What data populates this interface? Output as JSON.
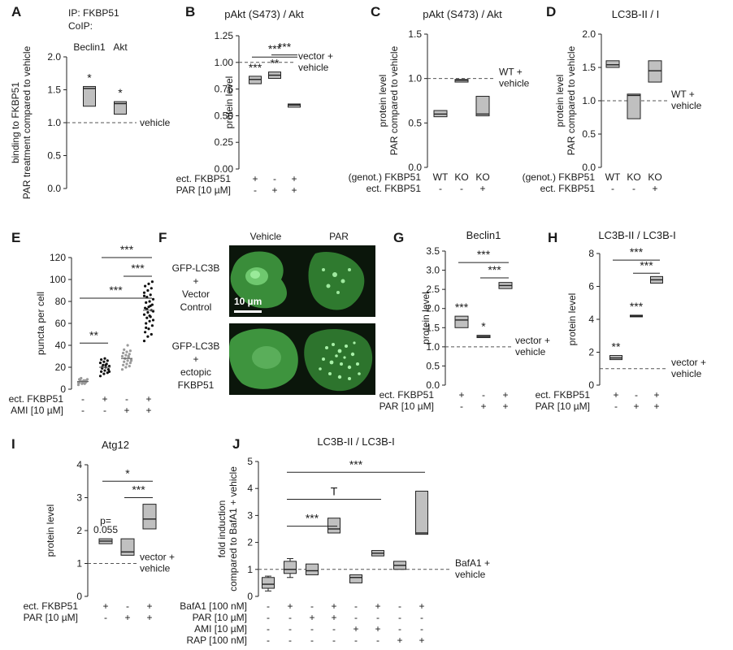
{
  "chart_data": [
    {
      "panel": "A",
      "type": "box",
      "header_lines": [
        "IP: FKBP51",
        "CoIP:"
      ],
      "categories": [
        "Beclin1",
        "Akt"
      ],
      "ylabel": [
        "binding to FKBP51",
        "PAR treatment compared to vehicle"
      ],
      "ylim": [
        0,
        2.0
      ],
      "yticks": [
        "0.0",
        "0.5",
        "1.0",
        "1.5",
        "2.0"
      ],
      "boxes": [
        {
          "x": 0,
          "q1": 1.25,
          "median": 1.52,
          "q3": 1.55,
          "sig": "*"
        },
        {
          "x": 1,
          "q1": 1.13,
          "median": 1.29,
          "q3": 1.32,
          "sig": "*"
        }
      ],
      "reference": {
        "value": 1.0,
        "label": [
          "vehicle"
        ]
      }
    },
    {
      "panel": "B",
      "type": "box",
      "title": "pAkt (S473) / Akt",
      "ylabel": [
        "protein level"
      ],
      "ylim": [
        0,
        1.25
      ],
      "yticks": [
        "0.00",
        "0.25",
        "0.50",
        "0.75",
        "1.00",
        "1.25"
      ],
      "boxes": [
        {
          "x": 0,
          "q1": 0.8,
          "median": 0.84,
          "q3": 0.87,
          "sig": "***"
        },
        {
          "x": 1,
          "q1": 0.85,
          "median": 0.88,
          "q3": 0.91,
          "sig": "**"
        },
        {
          "x": 2,
          "q1": 0.58,
          "median": 0.6,
          "q3": 0.61
        }
      ],
      "brackets": [
        {
          "from": 0,
          "to": 2,
          "y": 1.05,
          "label": "***"
        },
        {
          "from": 1,
          "to": 2,
          "y": 1.07,
          "label": "***"
        }
      ],
      "reference": {
        "value": 1.0,
        "label": [
          "vector +",
          "vehicle"
        ]
      },
      "conditions": [
        {
          "label": "ect. FKBP51",
          "values": [
            "+",
            "-",
            "+"
          ]
        },
        {
          "label": "PAR [10 µM]",
          "values": [
            "-",
            "+",
            "+"
          ]
        }
      ]
    },
    {
      "panel": "C",
      "type": "box",
      "title": "pAkt (S473) / Akt",
      "ylabel": [
        "protein level",
        "PAR compared to vehicle"
      ],
      "ylim": [
        0,
        1.5
      ],
      "yticks": [
        "0.0",
        "0.5",
        "1.0",
        "1.5"
      ],
      "boxes": [
        {
          "x": 0,
          "q1": 0.57,
          "median": 0.6,
          "q3": 0.64
        },
        {
          "x": 1,
          "q1": 0.96,
          "median": 0.98,
          "q3": 0.99
        },
        {
          "x": 2,
          "q1": 0.58,
          "median": 0.6,
          "q3": 0.8
        }
      ],
      "reference": {
        "value": 1.0,
        "label": [
          "WT +",
          "vehicle"
        ]
      },
      "conditions": [
        {
          "label": "(genot.) FKBP51",
          "values": [
            "WT",
            "KO",
            "KO"
          ]
        },
        {
          "label": "ect. FKBP51",
          "values": [
            "-",
            "-",
            "+"
          ]
        }
      ]
    },
    {
      "panel": "D",
      "type": "box",
      "title": "LC3B-II / I",
      "ylabel": [
        "protein level",
        "PAR compared to vehicle"
      ],
      "ylim": [
        0,
        2.0
      ],
      "yticks": [
        "0.0",
        "0.5",
        "1.0",
        "1.5",
        "2.0"
      ],
      "boxes": [
        {
          "x": 0,
          "q1": 1.5,
          "median": 1.54,
          "q3": 1.6
        },
        {
          "x": 1,
          "q1": 0.73,
          "median": 1.08,
          "q3": 1.1
        },
        {
          "x": 2,
          "q1": 1.28,
          "median": 1.45,
          "q3": 1.6
        }
      ],
      "reference": {
        "value": 1.0,
        "label": [
          "WT +",
          "vehicle"
        ]
      },
      "conditions": [
        {
          "label": "(genot.) FKBP51",
          "values": [
            "WT",
            "KO",
            "KO"
          ]
        },
        {
          "label": "ect. FKBP51",
          "values": [
            "-",
            "-",
            "+"
          ]
        }
      ]
    },
    {
      "panel": "E",
      "type": "scatter",
      "ylabel": [
        "puncta per cell"
      ],
      "ylim": [
        0,
        120
      ],
      "yticks": [
        "0",
        "20",
        "40",
        "60",
        "80",
        "100",
        "120"
      ],
      "groups": [
        {
          "x": 0,
          "mean": 7,
          "color": "#9a9a9a",
          "values": [
            4,
            5,
            6,
            6,
            7,
            7,
            8,
            8,
            9,
            10,
            5,
            6,
            7,
            8,
            9,
            6
          ]
        },
        {
          "x": 1,
          "mean": 20,
          "color": "#111111",
          "values": [
            12,
            14,
            15,
            16,
            17,
            18,
            19,
            20,
            21,
            22,
            23,
            24,
            25,
            26,
            27,
            28,
            18,
            20,
            22,
            16
          ]
        },
        {
          "x": 2,
          "mean": 28,
          "color": "#9a9a9a",
          "values": [
            18,
            20,
            21,
            22,
            23,
            24,
            25,
            26,
            27,
            28,
            29,
            30,
            31,
            32,
            33,
            34,
            35,
            36,
            40,
            26,
            28,
            30
          ]
        },
        {
          "x": 3,
          "mean": 72,
          "color": "#111111",
          "values": [
            44,
            48,
            50,
            52,
            55,
            58,
            60,
            62,
            63,
            65,
            66,
            68,
            70,
            72,
            74,
            75,
            77,
            79,
            80,
            82,
            84,
            86,
            88,
            90,
            92,
            94,
            96,
            98,
            56,
            67,
            71,
            73,
            76,
            85
          ]
        }
      ],
      "brackets": [
        {
          "from": 0,
          "to": 1,
          "y": 42,
          "label": "**"
        },
        {
          "from": 0,
          "to": 3,
          "y": 83,
          "label": "***"
        },
        {
          "from": 1,
          "to": 3,
          "y": 120,
          "label": "***"
        },
        {
          "from": 2,
          "to": 3,
          "y": 103,
          "label": "***"
        }
      ],
      "conditions": [
        {
          "label": "ect. FKBP51",
          "values": [
            "-",
            "+",
            "-",
            "+"
          ]
        },
        {
          "label": "AMI [10 µM]",
          "values": [
            "-",
            "-",
            "+",
            "+"
          ]
        }
      ]
    },
    {
      "panel": "G",
      "type": "box",
      "title": "Beclin1",
      "ylabel": [
        "protein level"
      ],
      "ylim": [
        0,
        3.5
      ],
      "yticks": [
        "0.0",
        "0.5",
        "1.0",
        "1.5",
        "2.0",
        "2.5",
        "3.0",
        "3.5"
      ],
      "boxes": [
        {
          "x": 0,
          "q1": 1.5,
          "median": 1.7,
          "q3": 1.8,
          "sig": "***"
        },
        {
          "x": 1,
          "q1": 1.24,
          "median": 1.27,
          "q3": 1.3,
          "sig": "*"
        },
        {
          "x": 2,
          "q1": 2.52,
          "median": 2.6,
          "q3": 2.68
        }
      ],
      "brackets": [
        {
          "from": 0,
          "to": 2,
          "y": 3.2,
          "label": "***"
        },
        {
          "from": 1,
          "to": 2,
          "y": 2.8,
          "label": "***"
        }
      ],
      "reference": {
        "value": 1.0,
        "label": [
          "vector +",
          "vehicle"
        ]
      },
      "conditions": [
        {
          "label": "ect. FKBP51",
          "values": [
            "+",
            "-",
            "+"
          ]
        },
        {
          "label": "PAR [10 µM]",
          "values": [
            "-",
            "+",
            "+"
          ]
        }
      ]
    },
    {
      "panel": "H",
      "type": "box",
      "title": "LC3B-II / LC3B-I",
      "ylabel": [
        "protein level"
      ],
      "ylim": [
        0,
        8
      ],
      "yticks": [
        "0",
        "2",
        "4",
        "6",
        "8"
      ],
      "boxes": [
        {
          "x": 0,
          "q1": 1.55,
          "median": 1.65,
          "q3": 1.8,
          "sig": "**"
        },
        {
          "x": 1,
          "q1": 4.15,
          "median": 4.2,
          "q3": 4.25,
          "sig": "***"
        },
        {
          "x": 2,
          "q1": 6.2,
          "median": 6.4,
          "q3": 6.6
        }
      ],
      "brackets": [
        {
          "from": 0,
          "to": 2,
          "y": 7.6,
          "label": "***"
        },
        {
          "from": 1,
          "to": 2,
          "y": 6.8,
          "label": "***"
        }
      ],
      "reference": {
        "value": 1.0,
        "label": [
          "vector +",
          "vehicle"
        ]
      },
      "conditions": [
        {
          "label": "ect. FKBP51",
          "values": [
            "+",
            "-",
            "+"
          ]
        },
        {
          "label": "PAR [10 µM]",
          "values": [
            "-",
            "+",
            "+"
          ]
        }
      ]
    },
    {
      "panel": "I",
      "type": "box",
      "title": "Atg12",
      "ylabel": [
        "protein level"
      ],
      "ylim": [
        0,
        4
      ],
      "yticks": [
        "0",
        "1",
        "2",
        "3",
        "4"
      ],
      "boxes": [
        {
          "x": 0,
          "q1": 1.6,
          "median": 1.68,
          "q3": 1.75,
          "sig": "p=",
          "sig2": "0.055"
        },
        {
          "x": 1,
          "q1": 1.25,
          "median": 1.35,
          "q3": 1.75
        },
        {
          "x": 2,
          "q1": 2.05,
          "median": 2.35,
          "q3": 2.8
        }
      ],
      "brackets": [
        {
          "from": 0,
          "to": 2,
          "y": 3.5,
          "label": "*"
        },
        {
          "from": 1,
          "to": 2,
          "y": 3.0,
          "label": "***"
        }
      ],
      "reference": {
        "value": 1.0,
        "label": [
          "vector +",
          "vehicle"
        ]
      },
      "conditions": [
        {
          "label": "ect. FKBP51",
          "values": [
            "+",
            "-",
            "+"
          ]
        },
        {
          "label": "PAR [10 µM]",
          "values": [
            "-",
            "+",
            "+"
          ]
        }
      ]
    },
    {
      "panel": "J",
      "type": "box",
      "title": "LC3B-II / LC3B-I",
      "ylabel": [
        "fold induction",
        "compared to BafA1 + vehicle"
      ],
      "ylim": [
        0,
        5
      ],
      "yticks": [
        "0",
        "1",
        "2",
        "3",
        "4",
        "5"
      ],
      "boxes": [
        {
          "x": 0,
          "q1": 0.3,
          "median": 0.45,
          "q3": 0.7,
          "whisker": [
            0.2,
            0.75
          ]
        },
        {
          "x": 1,
          "q1": 0.85,
          "median": 1.0,
          "q3": 1.3,
          "whisker": [
            0.7,
            1.4
          ]
        },
        {
          "x": 2,
          "q1": 0.8,
          "median": 0.95,
          "q3": 1.2
        },
        {
          "x": 3,
          "q1": 2.35,
          "median": 2.5,
          "q3": 2.9
        },
        {
          "x": 4,
          "q1": 0.5,
          "median": 0.7,
          "q3": 0.8
        },
        {
          "x": 5,
          "q1": 1.5,
          "median": 1.6,
          "q3": 1.7
        },
        {
          "x": 6,
          "q1": 1.0,
          "median": 1.15,
          "q3": 1.3
        },
        {
          "x": 7,
          "q1": 2.3,
          "median": 2.35,
          "q3": 3.9
        }
      ],
      "brackets": [
        {
          "from": 1,
          "to": 7,
          "y": 4.6,
          "label": "***"
        },
        {
          "from": 1,
          "to": 5,
          "y": 3.6,
          "label": "T"
        },
        {
          "from": 1,
          "to": 3,
          "y": 2.6,
          "label": "***"
        }
      ],
      "reference": {
        "value": 1.0,
        "label": [
          "BafA1 +",
          "vehicle"
        ]
      },
      "conditions": [
        {
          "label": "BafA1 [100 nM]",
          "values": [
            "-",
            "+",
            "-",
            "+",
            "-",
            "+",
            "-",
            "+"
          ]
        },
        {
          "label": "PAR [10 µM]",
          "values": [
            "-",
            "-",
            "+",
            "+",
            "-",
            "-",
            "-",
            "-"
          ]
        },
        {
          "label": "AMI [10 µM]",
          "values": [
            "-",
            "-",
            "-",
            "-",
            "+",
            "+",
            "-",
            "-"
          ]
        },
        {
          "label": "RAP [100 nM]",
          "values": [
            "-",
            "-",
            "-",
            "-",
            "-",
            "-",
            "+",
            "+"
          ]
        }
      ]
    }
  ],
  "panel_f": {
    "letter": "F",
    "columns": [
      "Vehicle",
      "PAR"
    ],
    "rows": [
      [
        "GFP-LC3B",
        "+",
        "Vector",
        "Control"
      ],
      [
        "GFP-LC3B",
        "+",
        "ectopic",
        "FKBP51"
      ]
    ],
    "scale_bar": "10 µm",
    "colors": {
      "background": "#0b160b",
      "cell": "#3f9a3f",
      "bright": "#8fe08f"
    }
  },
  "colors": {
    "box_fill": "#c0c0c0",
    "box_edge": "#222222",
    "reference_line": "#555555"
  }
}
